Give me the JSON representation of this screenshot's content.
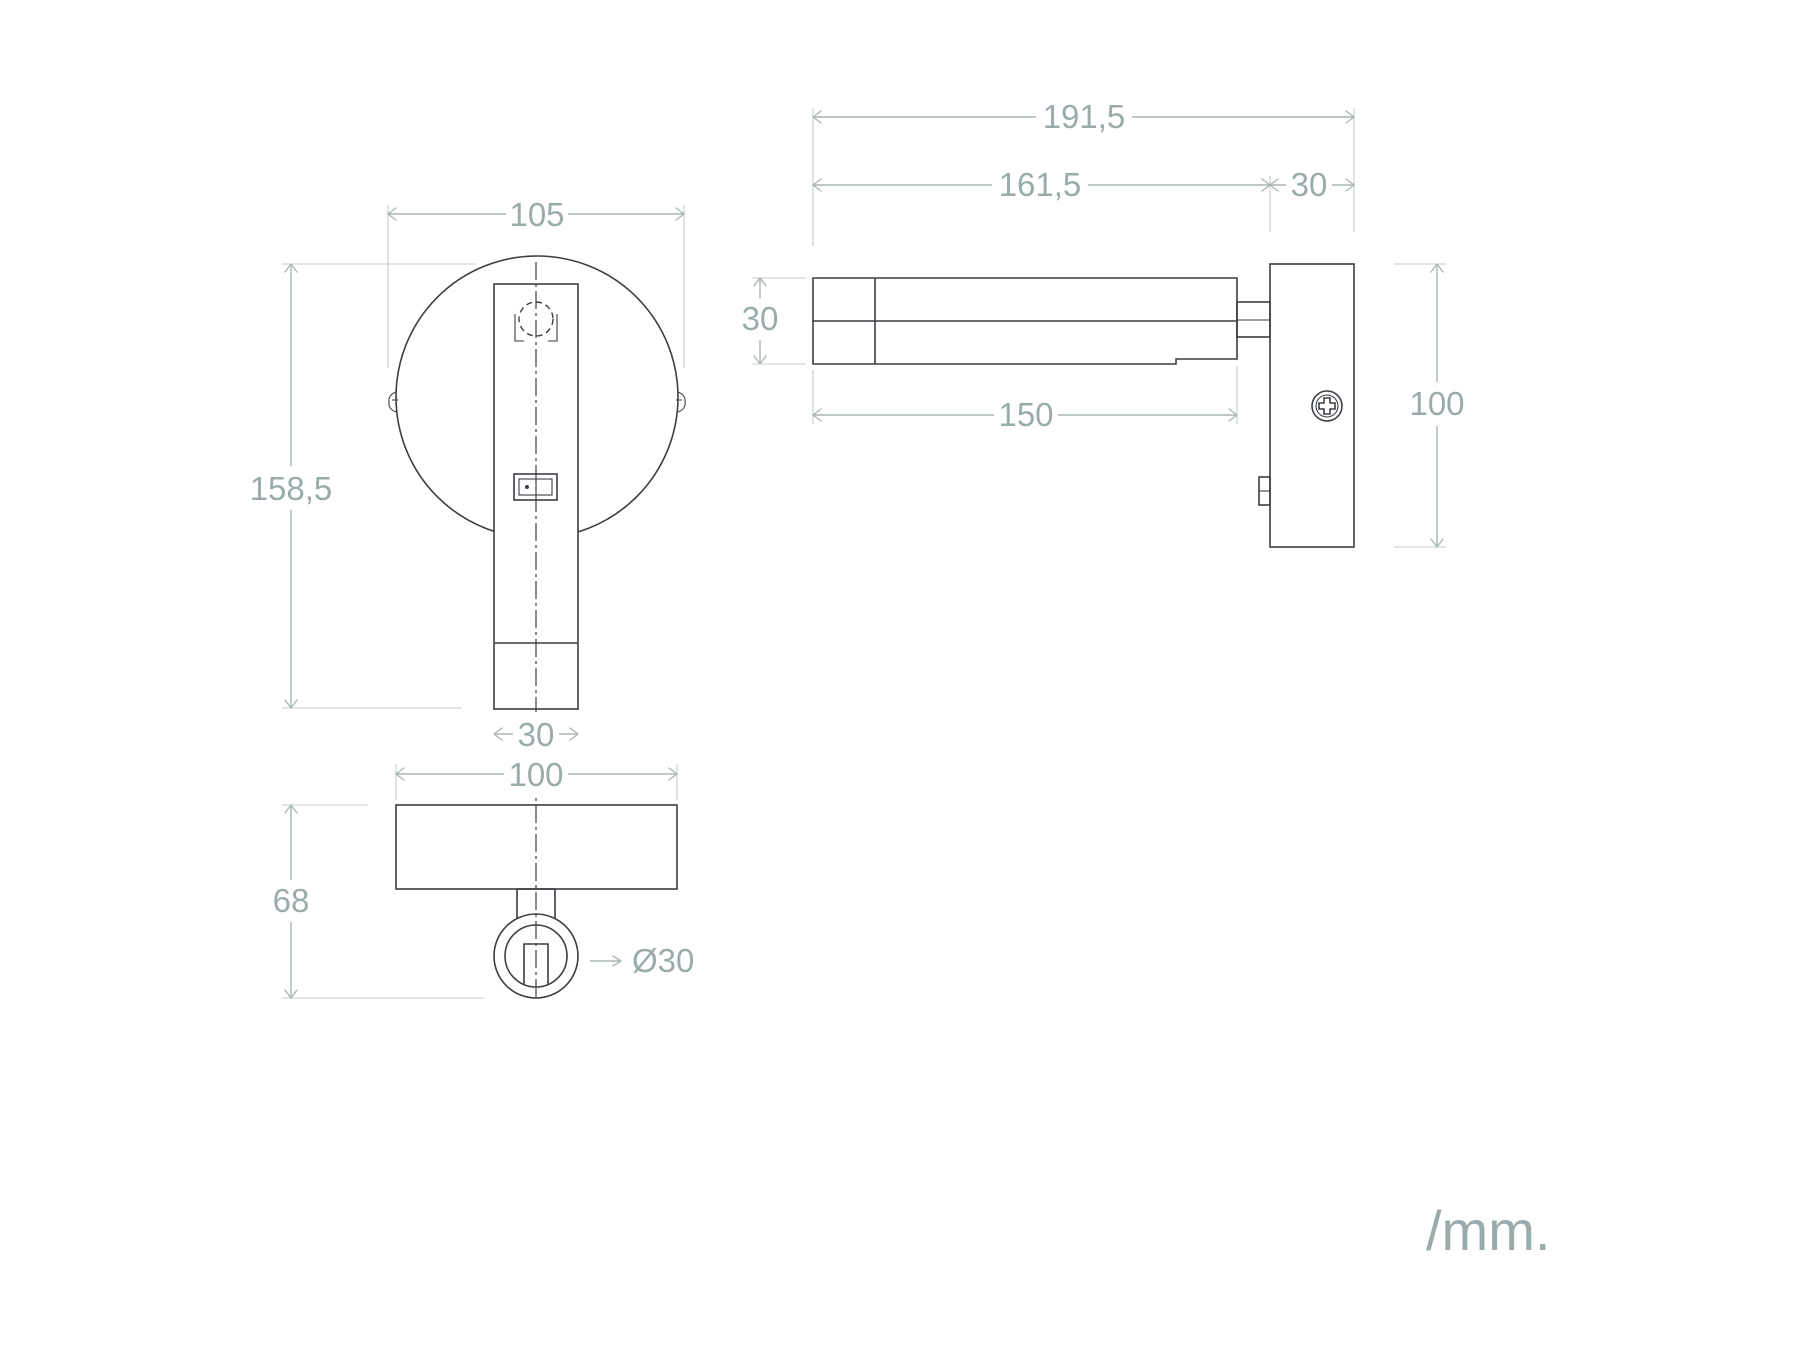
{
  "drawing": {
    "unit_label": "/mm.",
    "front_view": {
      "width_label": "105",
      "height_label": "158,5",
      "arm_width_label": "30"
    },
    "bottom_view": {
      "width_label": "100",
      "height_label": "68",
      "diameter_label": "Ø30"
    },
    "side_view": {
      "total_length_label": "191,5",
      "arm_length_label": "161,5",
      "base_depth_label": "30",
      "head_height_label": "30",
      "head_length_label": "150",
      "base_height_label": "100"
    },
    "colors": {
      "outline": "#3a3f44",
      "dimension": "#9aabab"
    }
  }
}
